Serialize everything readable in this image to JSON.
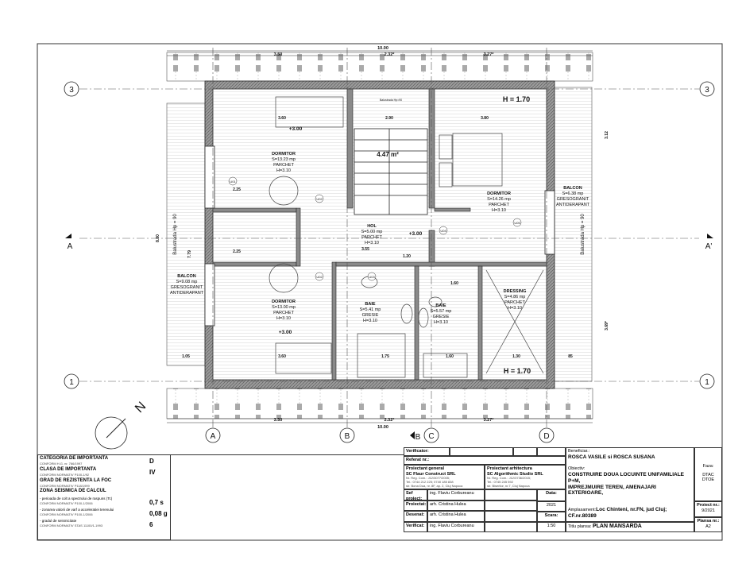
{
  "plan": {
    "axes": {
      "rows": [
        "3",
        "1"
      ],
      "cols": [
        "A",
        "B",
        "C",
        "D"
      ],
      "section": [
        "A",
        "A'"
      ]
    },
    "north": "N",
    "overall_dims": {
      "top": "10.00",
      "bottom": "10.00",
      "seg1": "3.50",
      "seg2": "2.32*",
      "seg3": "3.27*"
    },
    "rooms": [
      {
        "name": "DORMITOR",
        "area": "S=13.23 mp",
        "floor": "PARCHET",
        "height": "H=3.10"
      },
      {
        "name": "DORMITOR",
        "area": "S=13.00 mp",
        "floor": "PARCHET",
        "height": "H=3.10"
      },
      {
        "name": "HOL",
        "area": "S=5.00 mp",
        "floor": "PARCHET",
        "height": "H=3.10"
      },
      {
        "name": "DORMITOR",
        "area": "S=14.26 mp",
        "floor": "PARCHET",
        "height": "H=3.10"
      },
      {
        "name": "BAIE",
        "area": "S=5.41 mp",
        "floor": "GRESIE",
        "height": "H=3.10"
      },
      {
        "name": "BAIE",
        "area": "S=5.57 mp",
        "floor": "GRESIE",
        "height": "H=3.10"
      },
      {
        "name": "DRESSING",
        "area": "S=4.86 mp",
        "floor": "PARCHET",
        "height": "H=3.10"
      },
      {
        "name": "BALCON",
        "area": "S=9.08 mp",
        "floor": "GRESOGRANIT",
        "height": "ANTIDERAPANT"
      },
      {
        "name": "BALCON",
        "area": "S=6.38 mp",
        "floor": "GRESOGRANIT",
        "height": "ANTIDERAPANT"
      }
    ],
    "stair_area": "4.47 m²",
    "level_marks": [
      "+3.00",
      "+3.00",
      "+3.00"
    ],
    "h_marks": [
      "H = 1.70",
      "H = 1.70"
    ],
    "balustrade": "Balustrada Hp = 90",
    "balustrade_small": "Balustrada Hp=90",
    "dims": [
      "3.60",
      "2.90",
      "3.80",
      "2.25",
      "2.25",
      "3.60",
      "1.05",
      "3.55",
      "1.20",
      "1.60",
      "1.30",
      "85",
      "1.75",
      "1.60",
      "8.80",
      "7.79",
      "3.12",
      "3.69*"
    ],
    "doors": [
      "U01",
      "U02",
      "U02",
      "U03",
      "U04",
      "U05"
    ]
  },
  "info_table": {
    "rows": [
      {
        "label": "CATEGORIA DE IMPORTANTA",
        "sub": "CONFORM H.G. nr. 766/1997",
        "value": "D"
      },
      {
        "label": "CLASA DE IMPORTANTA",
        "sub": "CONFORM NORMATIV P100-1/92",
        "value": "IV"
      },
      {
        "label": "GRAD DE REZISTENTA LA FOC",
        "sub": "CONFORM NORMATIV P118/1999",
        "value": ""
      },
      {
        "label": "ZONA SEISMICA DE CALCUL",
        "sub": "",
        "value": ""
      },
      {
        "label": "- perioada de colt a spectrului de raspuns (Tc)",
        "sub": "CONFORM NORMATIV P100-1/2006",
        "value": "0,7 s"
      },
      {
        "label": "- zonarea valorii de varf a acceleratiei terenului",
        "sub": "CONFORM NORMATIV P100-1/2006",
        "value": "0,08 g"
      },
      {
        "label": "- gradul de seismicitate",
        "sub": "CONFORM NORMATIV STAS 11100/1-1993",
        "value": "6"
      }
    ]
  },
  "title_block": {
    "verificator": "Verificator:",
    "referat": "Referat nr.:",
    "proiectant_general": {
      "label": "Proiectant general",
      "name": "SC Flaur Construct SRL",
      "l1": "Nr. Reg. Com.: J12/3077/2005;",
      "l2": "Tel.: 0744 212 225; 0740 185 838",
      "l3": "str. Bona Dua, nr. 8F, ap. 2, Cluj Napoca"
    },
    "proiectant_arhitectura": {
      "label": "Proiectant arhitectura",
      "name": "SC Algorithmic Studio SRL",
      "l1": "Nr. Reg. Com.: J12/3736/2015;",
      "l2": "Tel.: 0745 245 592",
      "l3": "str. Biserilor, nr.7, Cluj Napoca"
    },
    "roles": [
      {
        "label": "Sef proiect:",
        "name": "ing. Flaviu Corbureanu"
      },
      {
        "label": "Proiectat:",
        "name": "arh. Cristina Hulea"
      },
      {
        "label": "Desenat:",
        "name": "arh. Cristina Hulea"
      },
      {
        "label": "Verificat:",
        "name": "ing. Flaviu Corbureanu"
      }
    ],
    "data_label": "Data:",
    "data_value": "2021",
    "scara_label": "Scara:",
    "scara_value": "1:50",
    "beneficiar_label": "Beneficiar.:",
    "beneficiar": "ROSCA VASILE si ROSCA SUSANA",
    "obiectiv_label": "Obiectiv:",
    "obiectiv_1": "CONSTRUIRE DOUA LOCUINTE UNIFAMILIALE P+M,",
    "obiectiv_2": "IMPREJMUIRE TEREN, AMENAJARI EXTERIOARE,",
    "amplasament_label": "Amplasament:",
    "amplasament": "Loc Chinteni, nr.FN, jud Cluj; CF.nr.80389",
    "titlu_label": "Titlu plansa:",
    "titlu": "PLAN MANSARDA",
    "faza_label": "Faza:",
    "faza_1": "DTAC",
    "faza_2": "DTOE",
    "proiect_label": "Proiect nr.:",
    "proiect": "9/2021",
    "plansa_label": "Plansa nr.:",
    "plansa": "A2"
  }
}
